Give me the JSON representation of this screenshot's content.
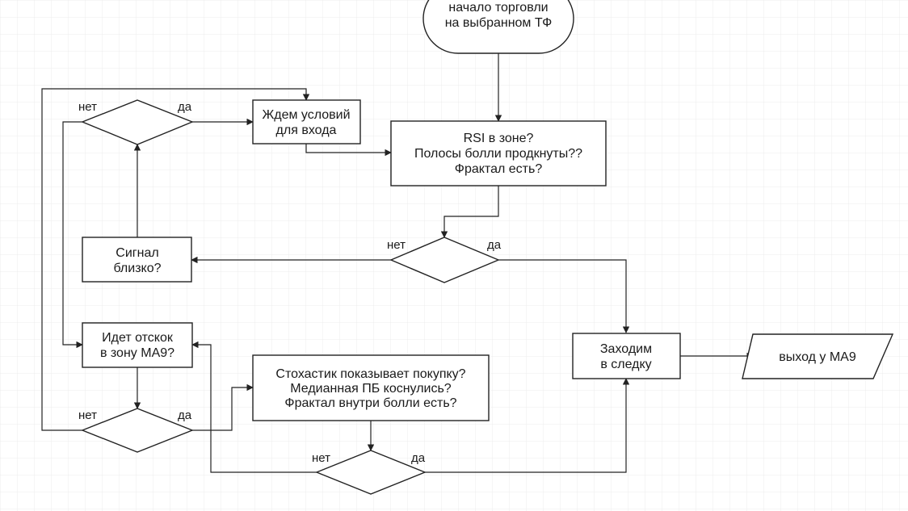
{
  "nodes": {
    "start": {
      "lines": [
        "начало торговли",
        "на выбранном ТФ"
      ]
    },
    "wait": {
      "lines": [
        "Ждем условий",
        "для входа"
      ]
    },
    "rsi": {
      "lines": [
        "RSI в зоне?",
        "Полосы болли продкнуты??",
        "Фрактал есть?"
      ]
    },
    "signal": {
      "lines": [
        "Сигнал",
        "близко?"
      ]
    },
    "bounce": {
      "lines": [
        "Идет отскок",
        "в зону МА9?"
      ]
    },
    "stoch": {
      "lines": [
        "Стохастик показывает покупку?",
        "Медианная ПБ коснулись?",
        "Фрактал внутри болли есть?"
      ]
    },
    "follow": {
      "lines": [
        "Заходим",
        "в следку"
      ]
    },
    "exit": {
      "lines": [
        "выход у МА9"
      ]
    }
  },
  "decisions": {
    "d1": {
      "no": "нет",
      "yes": "да"
    },
    "d2": {
      "no": "нет",
      "yes": "да"
    },
    "d3": {
      "no": "нет",
      "yes": "да"
    },
    "d4": {
      "no": "нет",
      "yes": "да"
    }
  }
}
